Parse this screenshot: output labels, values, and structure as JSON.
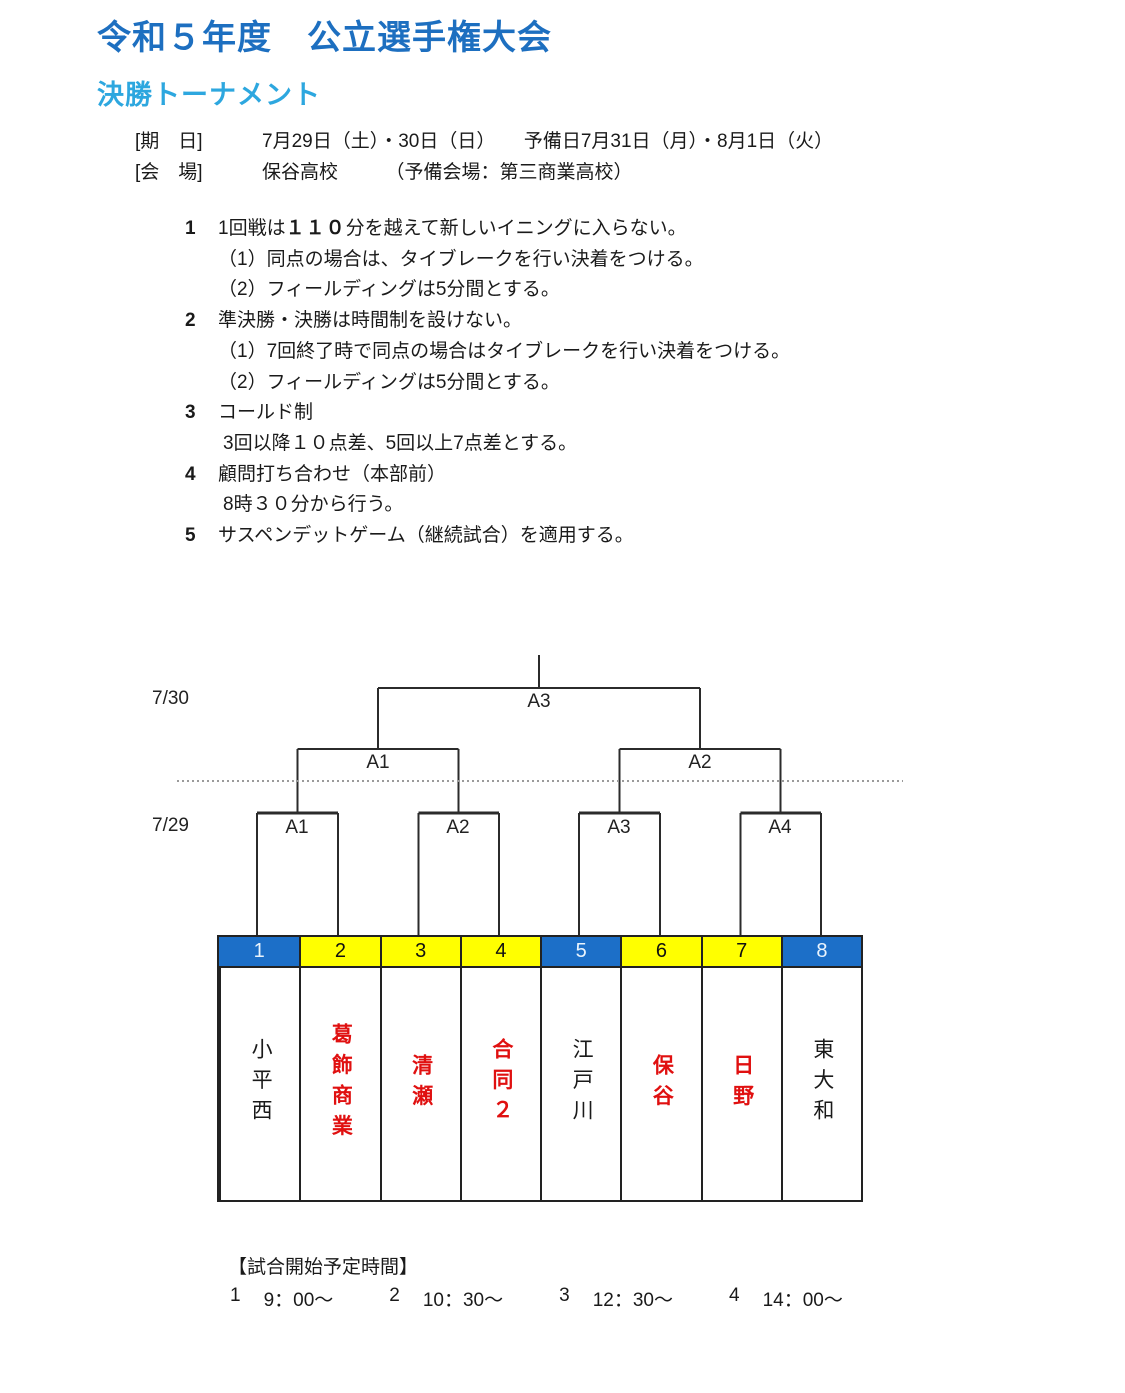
{
  "header": {
    "title": "令和５年度　公立選手権大会",
    "subtitle": "決勝トーナメント"
  },
  "info": {
    "date_label": "[期　日]",
    "date_text": "7月29日（土）・30日（日）　　予備日7月31日（月）・8月1日（火）",
    "venue_label": "[会　場]",
    "venue_text": "保谷高校　　　（予備会場：第三商業高校）"
  },
  "rules": [
    {
      "num": "1",
      "t1": "1回戦は",
      "bold": "１１０",
      "t2": "分を越えて新しいイニングに入らない。"
    },
    {
      "t1": "（1）同点の場合は、タイブレークを行い決着をつける。"
    },
    {
      "t1": "（2）フィールディングは5分間とする。"
    },
    {
      "num": "2",
      "t1": "準決勝・決勝は時間制を設けない。"
    },
    {
      "t1": "（1）7回終了時で同点の場合はタイブレークを行い決着をつける。"
    },
    {
      "t1": "（2）フィールディングは5分間とする。"
    },
    {
      "num": "3",
      "t1": "コールド制"
    },
    {
      "t1": "3回以降１０点差、5回以上7点差とする。"
    },
    {
      "num": "4",
      "t1": "顧問打ち合わせ（本部前）"
    },
    {
      "t1": "8時３０分から行う。"
    },
    {
      "num": "5",
      "t1": "サスペンデットゲーム（継続試合）を適用する。"
    }
  ],
  "bracket": {
    "day2_label": "7/30",
    "day1_label": "7/29",
    "final_label": "A3",
    "semifinal_labels": [
      "A1",
      "A2"
    ],
    "first_round_labels": [
      "A1",
      "A2",
      "A3",
      "A4"
    ]
  },
  "table": {
    "headers": [
      {
        "num": "1",
        "variant": "blue"
      },
      {
        "num": "2",
        "variant": "yellow"
      },
      {
        "num": "3",
        "variant": "yellow"
      },
      {
        "num": "4",
        "variant": "yellow"
      },
      {
        "num": "5",
        "variant": "blue"
      },
      {
        "num": "6",
        "variant": "yellow"
      },
      {
        "num": "7",
        "variant": "yellow"
      },
      {
        "num": "8",
        "variant": "blue"
      }
    ],
    "teams": [
      {
        "name": "小平西",
        "emphasis": false
      },
      {
        "name": "葛飾商業",
        "emphasis": true
      },
      {
        "name": "清瀬",
        "emphasis": true
      },
      {
        "name": "合同２",
        "emphasis": true
      },
      {
        "name": "江戸川",
        "emphasis": false
      },
      {
        "name": "保谷",
        "emphasis": true
      },
      {
        "name": "日野",
        "emphasis": true
      },
      {
        "name": "東大和",
        "emphasis": false
      }
    ]
  },
  "footer": {
    "title": "【試合開始予定時間】",
    "times": [
      {
        "num": "1",
        "time": "9：00～"
      },
      {
        "num": "2",
        "time": "10：30～"
      },
      {
        "num": "3",
        "time": "12：30～"
      },
      {
        "num": "4",
        "time": "14：00～"
      }
    ]
  },
  "colors": {
    "title_blue": "#1d6fc0",
    "subtitle_cyan": "#2da7df",
    "header_blue": "#1c6fc8",
    "header_yellow": "#ffff00",
    "team_red": "#e01010",
    "line_black": "#2b2b2b",
    "dotted_gray": "#9a9a9a"
  }
}
